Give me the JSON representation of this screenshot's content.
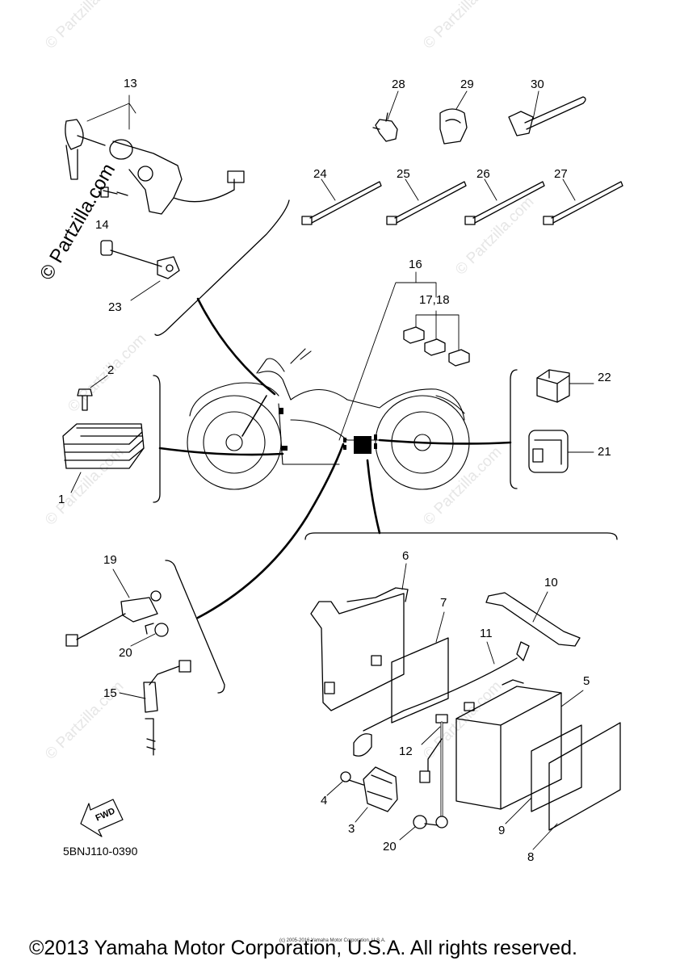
{
  "diagram": {
    "part_numbers": {
      "p1": "1",
      "p2": "2",
      "p3": "3",
      "p4": "4",
      "p5": "5",
      "p6": "6",
      "p7": "7",
      "p8": "8",
      "p9": "9",
      "p10": "10",
      "p11": "11",
      "p12": "12",
      "p13": "13",
      "p14": "14",
      "p15": "15",
      "p16": "16",
      "p17_18": "17,18",
      "p19": "19",
      "p20a": "20",
      "p20b": "20",
      "p21": "21",
      "p22": "22",
      "p23": "23",
      "p24": "24",
      "p25": "25",
      "p26": "26",
      "p27": "27",
      "p28": "28",
      "p29": "29",
      "p30": "30"
    },
    "fwd_label": "FWD",
    "diagram_code": "5BNJ110-0390",
    "watermark": "© Partzilla.com",
    "small_copyright": "(c) 2005-2016 Yamaha Motor Corporation, U.S.A.",
    "copyright": "©2013 Yamaha Motor Corporation, U.S.A. All rights reserved."
  }
}
